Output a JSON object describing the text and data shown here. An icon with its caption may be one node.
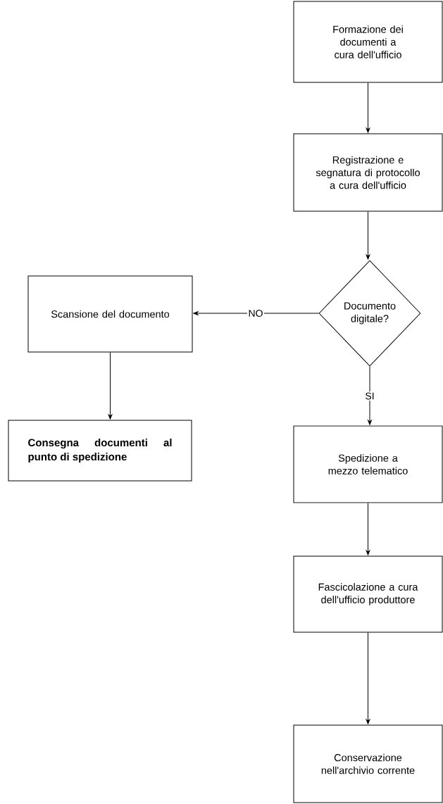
{
  "diagram": {
    "nodes": [
      {
        "text": [
          "Formazione dei documenti a cura dell'ufficio"
        ]
      },
      {
        "text": [
          "Registrazione e segnatura di protocollo a cura dell'ufficio"
        ]
      },
      {
        "text": [
          "Documento digitale?"
        ]
      },
      {
        "text": [
          "Scansione del documento"
        ]
      },
      {
        "text": [
          "Consegna documenti al punto di spedizione"
        ]
      },
      {
        "text": [
          "Spedizione a mezzo telematico"
        ]
      },
      {
        "text": [
          "Fascicolazione a cura dell'ufficio produttore"
        ]
      },
      {
        "text": [
          "Conservazione nell'archivio corrente"
        ]
      }
    ],
    "edges": [
      {
        "from": 0,
        "to": 1,
        "arrow": "to"
      },
      {
        "from": 1,
        "to": 2,
        "arrow": "to"
      },
      {
        "from": 2,
        "to": 3,
        "arrow": "to",
        "label": "NO"
      },
      {
        "from": 3,
        "to": 4,
        "arrow": "to"
      },
      {
        "from": 2,
        "to": 5,
        "arrow": "to",
        "label": "SI"
      },
      {
        "from": 5,
        "to": 6,
        "arrow": "to"
      },
      {
        "from": 6,
        "to": 7,
        "arrow": "to"
      }
    ]
  }
}
